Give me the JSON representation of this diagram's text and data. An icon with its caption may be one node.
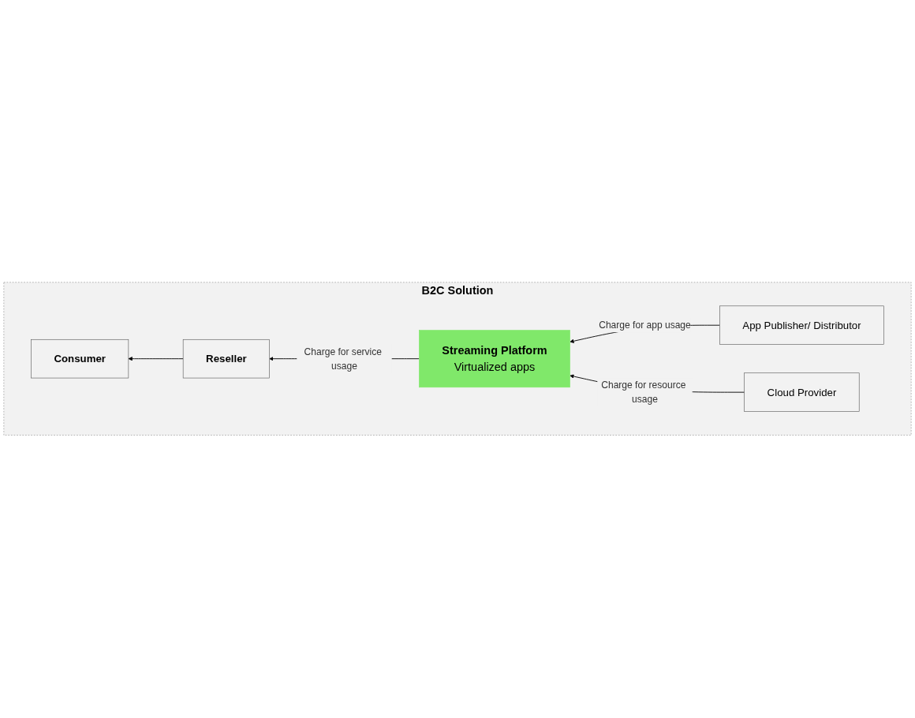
{
  "diagram": {
    "nodes": [
      {
        "text": [
          "B2C Solution"
        ]
      },
      {
        "text": [
          "App Publisher/ Distributor"
        ],
        "in": 0
      },
      {
        "text": [
          "Consumer"
        ],
        "in": 0
      },
      {
        "text": [
          "Reseller"
        ],
        "in": 0
      },
      {
        "text": [
          "Streaming Platform",
          "Virtualized apps"
        ],
        "in": 0
      },
      {
        "text": [
          "Cloud Provider"
        ],
        "in": 0
      }
    ],
    "edges": [
      {
        "from": 1,
        "to": 4,
        "arrow": "to",
        "label": "Charge for app usage"
      },
      {
        "from": 4,
        "to": 3,
        "arrow": "to",
        "label": "Charge for service usage"
      },
      {
        "from": 3,
        "to": 2,
        "arrow": "to"
      },
      {
        "from": 5,
        "to": 4,
        "arrow": "to",
        "label": "Charge for resource usage"
      }
    ]
  }
}
